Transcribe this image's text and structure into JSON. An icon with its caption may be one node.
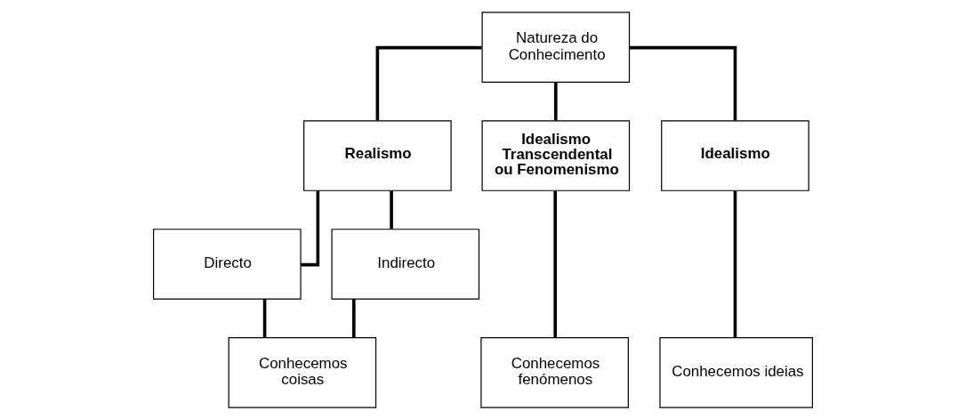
{
  "diagram": {
    "nodes": [
      {
        "text": [
          "Natureza do Conhecimento"
        ]
      },
      {
        "text": [
          "Realismo"
        ]
      },
      {
        "text": [
          "Idealismo Transcendental ou Fenomenismo"
        ]
      },
      {
        "text": [
          "Idealismo"
        ]
      },
      {
        "text": [
          "Directo"
        ]
      },
      {
        "text": [
          "Indirecto"
        ]
      },
      {
        "text": [
          "Conhecemos coisas"
        ]
      },
      {
        "text": [
          "Conhecemos fenómenos"
        ]
      },
      {
        "text": [
          "Conhecemos ideias"
        ]
      }
    ],
    "edges": [
      {
        "from": 0,
        "to": 1,
        "arrow": "none"
      },
      {
        "from": 0,
        "to": 2,
        "arrow": "none"
      },
      {
        "from": 0,
        "to": 3,
        "arrow": "none"
      },
      {
        "from": 1,
        "to": 4,
        "arrow": "none"
      },
      {
        "from": 1,
        "to": 5,
        "arrow": "none"
      },
      {
        "from": 4,
        "to": 6,
        "arrow": "none"
      },
      {
        "from": 5,
        "to": 6,
        "arrow": "none"
      },
      {
        "from": 2,
        "to": 7,
        "arrow": "none"
      },
      {
        "from": 3,
        "to": 8,
        "arrow": "none"
      }
    ]
  }
}
